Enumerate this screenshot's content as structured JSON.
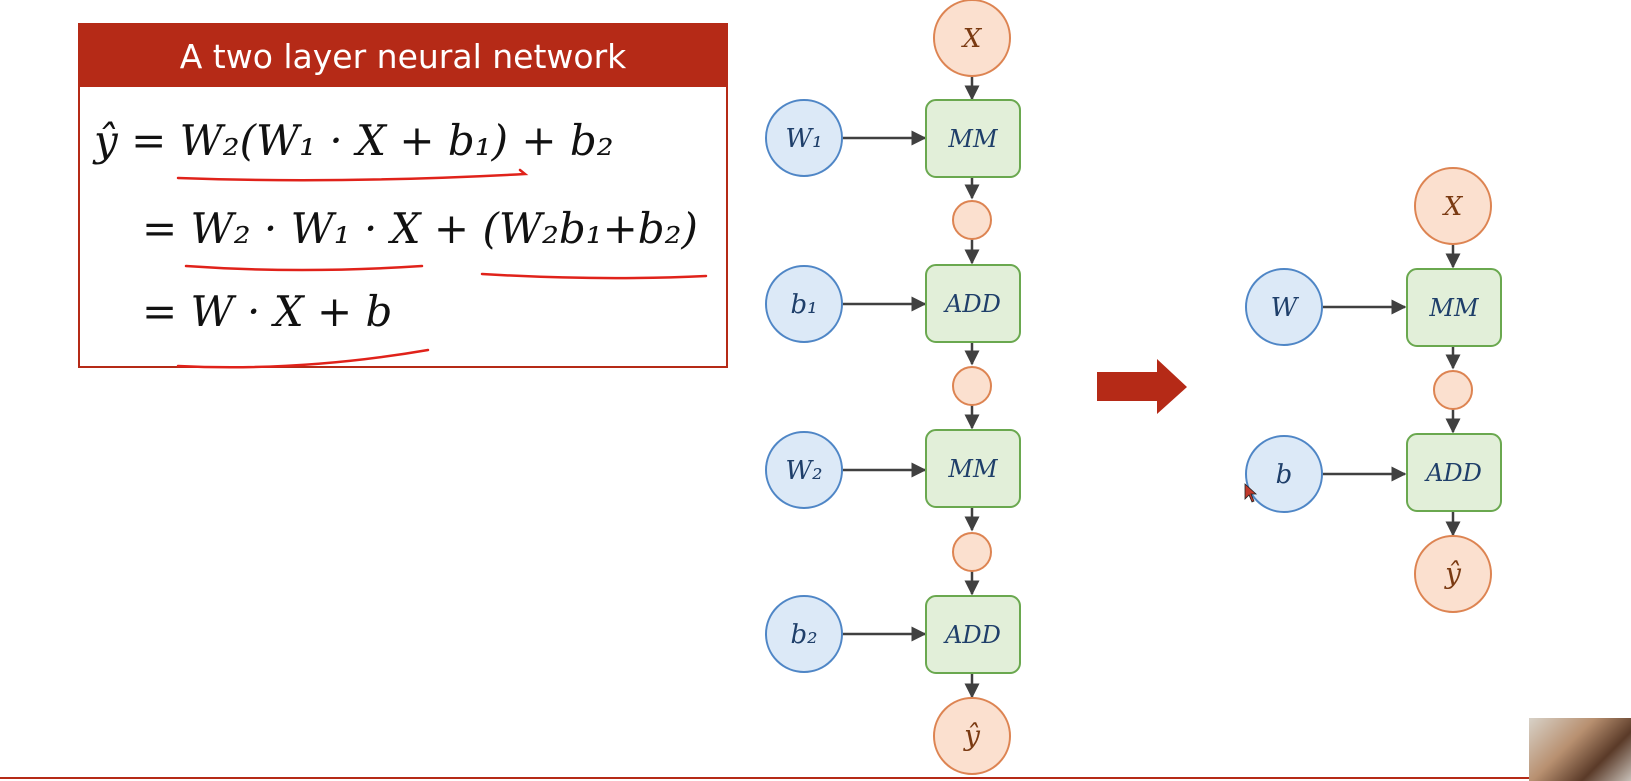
{
  "equation_box": {
    "title": "A two layer neural network",
    "line1": "ŷ = W₂(W₁ · X + b₁) + b₂",
    "line2": "= W₂ · W₁ · X + (W₂b₁+b₂)",
    "line3": "= W · X + b"
  },
  "left_graph": {
    "input": "X",
    "output": "ŷ",
    "params": [
      "W₁",
      "b₁",
      "W₂",
      "b₂"
    ],
    "ops": [
      "MM",
      "ADD",
      "MM",
      "ADD"
    ]
  },
  "right_graph": {
    "input": "X",
    "output": "ŷ",
    "params": [
      "W",
      "b"
    ],
    "ops": [
      "MM",
      "ADD"
    ]
  },
  "colors": {
    "accent": "#b52a17",
    "param_fill": "#dce9f7",
    "param_stroke": "#4f86c6",
    "op_fill": "#e2efd9",
    "op_stroke": "#6aa84f",
    "value_fill": "#fbe0cf",
    "value_stroke": "#dd8452",
    "underline": "#e0221a"
  }
}
